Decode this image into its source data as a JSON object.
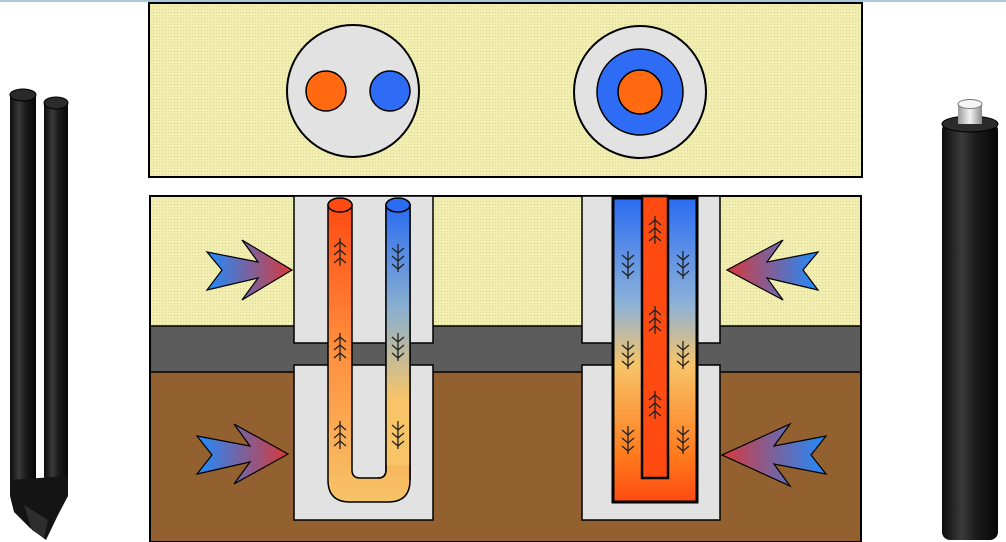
{
  "colors": {
    "page_background": "#ffffff",
    "top_band_border": "#a9c8dc",
    "soil_yellow": "#f1eeb0",
    "ground_gray": "#5c5c5c",
    "ground_brown": "#93602f",
    "pipe_gray": "#e2e2e2",
    "hot_red": "#ff4a12",
    "hot_orange": "#ff7a1c",
    "warm_yellow": "#f7c468",
    "cold_blue": "#2a6cf2",
    "black_tube": "#1b1b1b",
    "outline": "#000000"
  },
  "diagram": {
    "left_tube_icon": "double-u-tube-black-pipe-icon",
    "right_tube_icon": "coaxial-black-pipe-icon",
    "cross_section_u_tube": [
      "hot-orange-circle",
      "cold-blue-circle"
    ],
    "cross_section_coaxial": [
      "cold-blue-ring",
      "hot-orange-core"
    ],
    "heat_flow_arrow_icon": "blue-to-red-gradient-arrow-icon",
    "flow_chevron_icon": "chevron-flow-arrow-icon"
  }
}
